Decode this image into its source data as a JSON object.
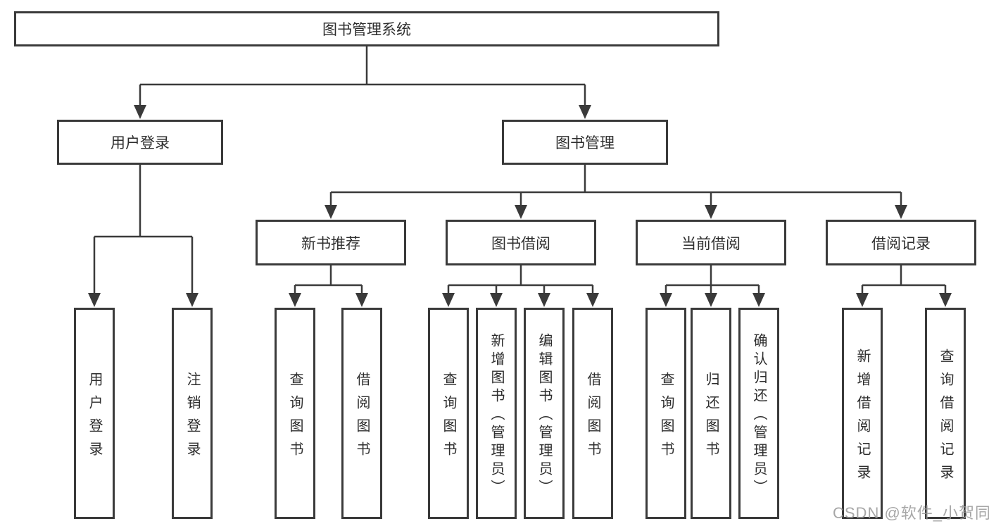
{
  "diagram": {
    "type": "hierarchy-tree",
    "root": {
      "label": "图书管理系统"
    },
    "level2": [
      {
        "label": "用户登录"
      },
      {
        "label": "图书管理"
      }
    ],
    "level3": [
      {
        "parent": "图书管理",
        "label": "新书推荐"
      },
      {
        "parent": "图书管理",
        "label": "图书借阅"
      },
      {
        "parent": "图书管理",
        "label": "当前借阅"
      },
      {
        "parent": "图书管理",
        "label": "借阅记录"
      }
    ],
    "leaves": [
      {
        "parent": "用户登录",
        "label": "用户登录"
      },
      {
        "parent": "用户登录",
        "label": "注销登录"
      },
      {
        "parent": "新书推荐",
        "label": "查询图书"
      },
      {
        "parent": "新书推荐",
        "label": "借阅图书"
      },
      {
        "parent": "图书借阅",
        "label": "查询图书"
      },
      {
        "parent": "图书借阅",
        "label": "新增图书（管理员）"
      },
      {
        "parent": "图书借阅",
        "label": "编辑图书（管理员）"
      },
      {
        "parent": "图书借阅",
        "label": "借阅图书"
      },
      {
        "parent": "当前借阅",
        "label": "查询图书"
      },
      {
        "parent": "当前借阅",
        "label": "归还图书"
      },
      {
        "parent": "当前借阅",
        "label": "确认归还（管理员）"
      },
      {
        "parent": "借阅记录",
        "label": "新增借阅记录"
      },
      {
        "parent": "借阅记录",
        "label": "查询借阅记录"
      }
    ],
    "watermark": "CSDN @软件_小贺同学",
    "colors": {
      "line": "#3a3a3a",
      "text": "#2d2d2d",
      "watermark": "#989898",
      "background": "#ffffff"
    }
  }
}
